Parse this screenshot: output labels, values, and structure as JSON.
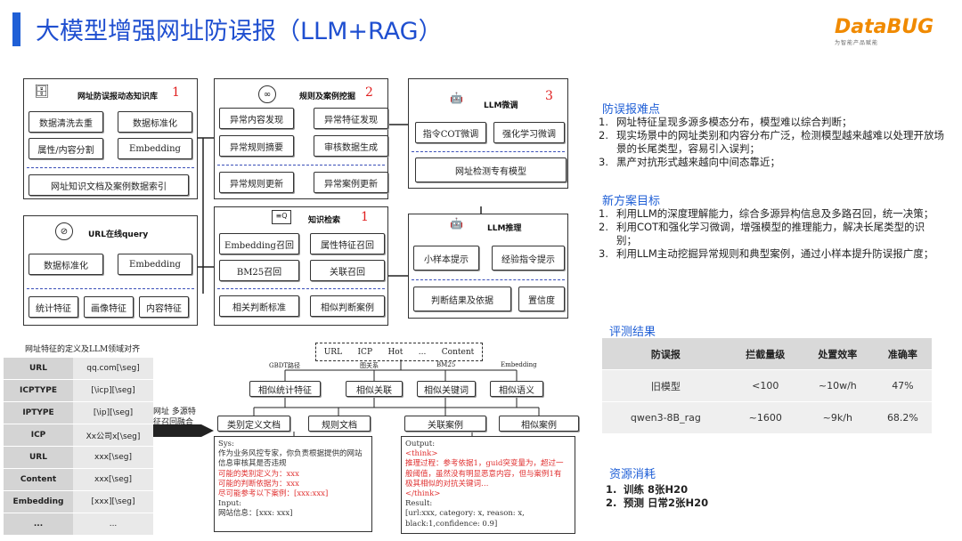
{
  "title": "大模型增强网址防误报（LLM+RAG）",
  "logo": {
    "main": "DataBUG",
    "sub": "为智能产品赋能"
  },
  "kb": {
    "title": "网址防误报动态知识库",
    "num": "1",
    "items": [
      "数据清洗去重",
      "数据标准化",
      "属性/内容分割",
      "Embedding"
    ],
    "footer": "网址知识文档及案例数据索引"
  },
  "rules": {
    "title": "规则及案例挖掘",
    "num": "2",
    "items": [
      "异常内容发现",
      "异常特征发现",
      "异常规则摘要",
      "审核数据生成",
      "异常规则更新",
      "异常案例更新"
    ]
  },
  "ft": {
    "title": "LLM微调",
    "num": "3",
    "items": [
      "指令COT微调",
      "强化学习微调"
    ],
    "model": "网址检测专有模型"
  },
  "query": {
    "title": "URL在线query",
    "items": [
      "数据标准化",
      "Embedding",
      "统计特征",
      "画像特征",
      "内容特征"
    ]
  },
  "retrieve": {
    "title": "知识检索",
    "num": "1",
    "items": [
      "Embedding召回",
      "属性特征召回",
      "BM25召回",
      "关联召回",
      "相关判断标准",
      "相似判断案例"
    ]
  },
  "infer": {
    "title": "LLM推理",
    "items": [
      "小样本提示",
      "经验指令提示",
      "判断结果及依据",
      "置信度"
    ]
  },
  "align": {
    "title": "网址特征的定义及LLM领域对齐",
    "rows": [
      [
        "URL",
        "qq.com[\\seg]"
      ],
      [
        "ICPTYPE",
        "[\\icp][\\seg]"
      ],
      [
        "IPTYPE",
        "[\\ip][\\seg]"
      ],
      [
        "ICP",
        "Xx公司x[\\seg]"
      ],
      [
        "URL",
        "xxx[\\seg]"
      ],
      [
        "Content",
        "xxx[\\seg]"
      ],
      [
        "Embedding",
        "[xxx][\\seg]"
      ],
      [
        "...",
        "..."
      ]
    ]
  },
  "fusion_label": "网址 多源特征召回融合",
  "recall": {
    "sources": [
      "URL",
      "ICP",
      "Hot",
      "...",
      "Content"
    ],
    "paths": [
      "GBDT路径",
      "图关系",
      "BM25",
      "Embedding"
    ],
    "mid": [
      "相似统计特征",
      "相似关联",
      "相似关键词",
      "相似语义"
    ],
    "docs": [
      "类别定义文档",
      "规则文档",
      "关联案例",
      "相似案例"
    ]
  },
  "prompt": {
    "l1": "Sys:",
    "l2": "作为业务风控专家，你负责根据提供的网站",
    "l3": "信息审核其是否违规",
    "l4": "可能的类别定义为：xxx",
    "l5": "可能的判断依据为：xxx",
    "l6": "尽可能参考以下案例：[xxx:xxx]",
    "l7": "Input:",
    "l8": "网站信息：[xxx: xxx]"
  },
  "output": {
    "l1": "Output:",
    "l2": "<think>",
    "l3": "推理过程：参考依据1，guid突变量为，超过一",
    "l4": "般阈值，虽然没有明显恶意内容，但与案例1有",
    "l5": "极其相似的对抗关键词…",
    "l6": "</think>",
    "l7": "Result:",
    "l8": "[url:xxx, category: x, reason: x,",
    "l9": "black:1,confidence: 0.9]"
  },
  "difficulties": {
    "title": "防误报难点",
    "items": [
      "网址特征呈现多源多模态分布，模型难以综合判断；",
      "现实场景中的网址类别和内容分布广泛，检测模型越来越难以处理开放场景的长尾类型，容易引入误判；",
      "黑产对抗形式越来越向中间态靠近；"
    ]
  },
  "goals": {
    "title": "新方案目标",
    "items": [
      "利用LLM的深度理解能力，综合多源异构信息及多路召回，统一决策；",
      "利用COT和强化学习微调，增强模型的推理能力，解决长尾类型的识别；",
      "利用LLM主动挖掘异常规则和典型案例，通过小样本提升防误报广度；"
    ]
  },
  "evaluation": {
    "title": "评测结果",
    "headers": [
      "防误报",
      "拦截量级",
      "处置效率",
      "准确率"
    ],
    "rows": [
      [
        "旧模型",
        "<100",
        "~10w/h",
        "47%"
      ],
      [
        "qwen3-8B_rag",
        "~1600",
        "~9k/h",
        "68.2%"
      ]
    ]
  },
  "resources": {
    "title": "资源消耗",
    "items": [
      "训练 8张H20",
      "预测 日常2张H20"
    ]
  }
}
